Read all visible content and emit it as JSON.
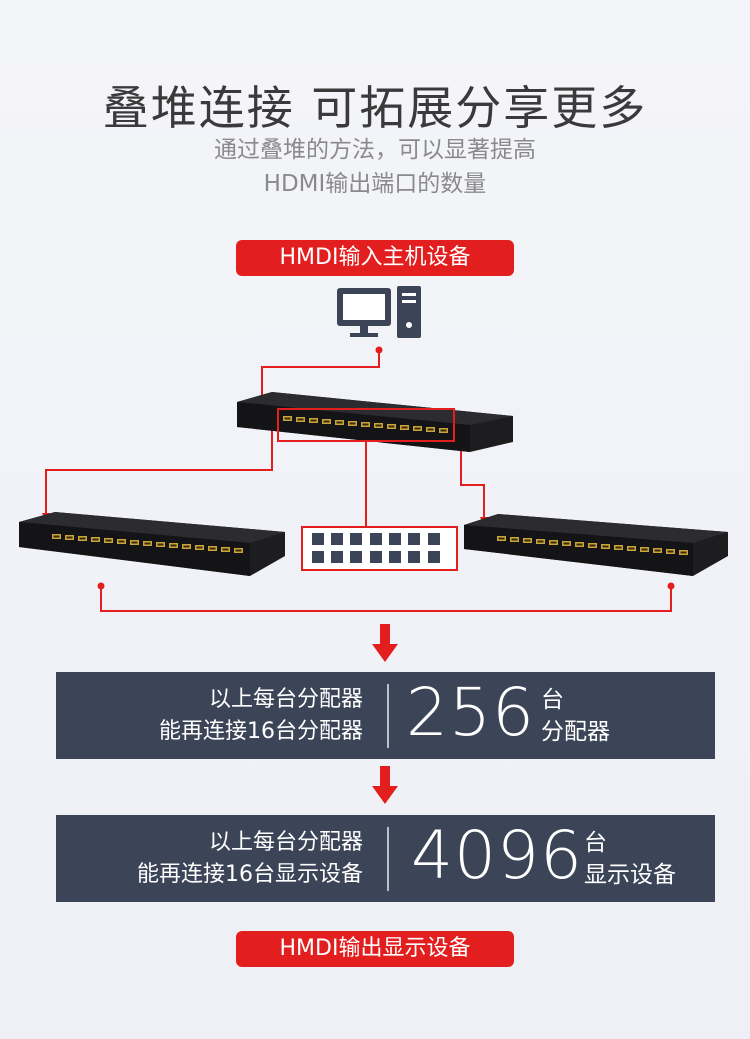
{
  "title": "叠堆连接 可拓展分享更多",
  "subtitle_line1": "通过叠堆的方法，可以显著提高",
  "subtitle_line2": "HDMI输出端口的数量",
  "input_label": "HMDI输入主机设备",
  "output_label": "HMDI输出显示设备",
  "panel1": {
    "line1": "以上每台分配器",
    "line2": "能再连接16台分配器",
    "number": "256",
    "unit1": "台",
    "unit2": "分配器"
  },
  "panel2": {
    "line1": "以上每台分配器",
    "line2": "能再连接16台显示设备",
    "number": "4096",
    "unit1": "台",
    "unit2": "显示设备"
  },
  "colors": {
    "accent": "#e31e1e",
    "panel": "#3b4557",
    "device": "#1d1d1f"
  },
  "icons": [
    "monitor-icon",
    "pc-tower-icon",
    "hdmi-port-icon"
  ]
}
